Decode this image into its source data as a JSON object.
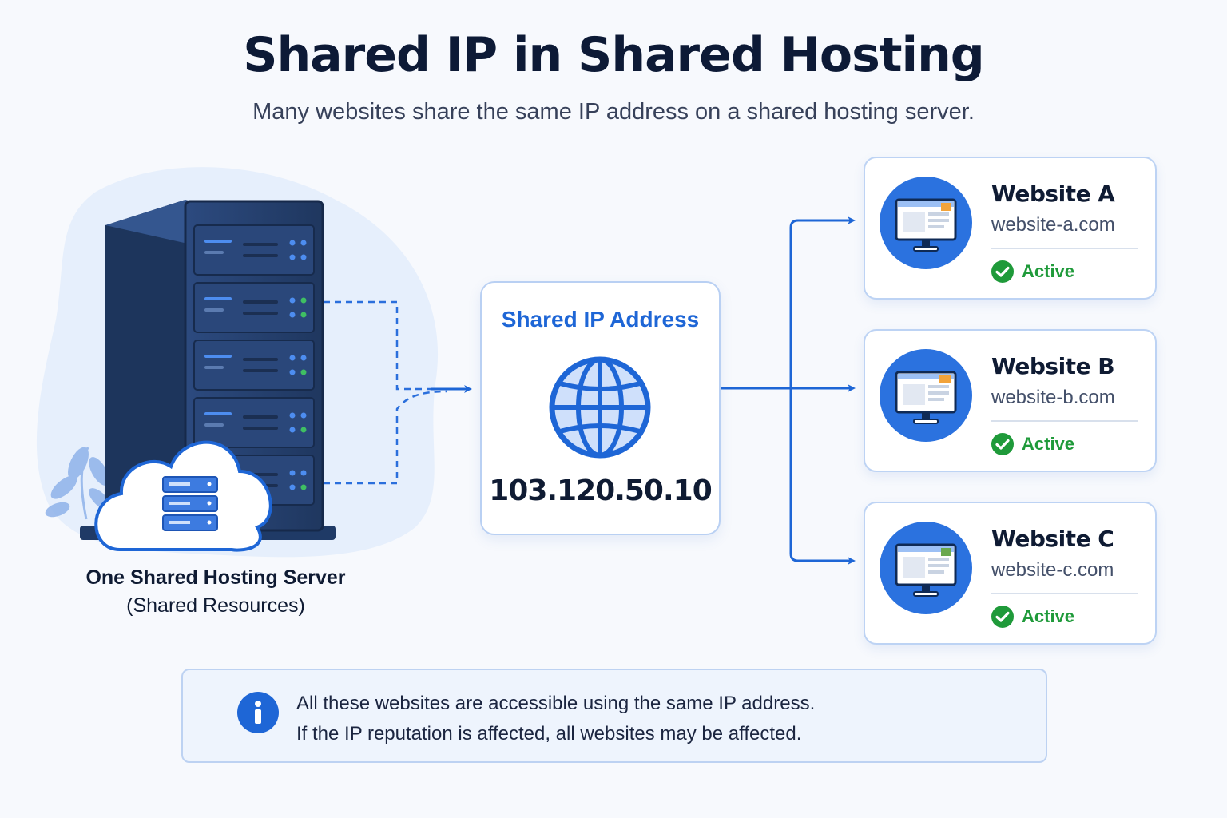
{
  "header": {
    "title": "Shared IP in Shared Hosting",
    "subtitle": "Many websites share the same IP address on a shared hosting server."
  },
  "server": {
    "caption": "One Shared Hosting Server",
    "subcaption": "(Shared Resources)",
    "icon": "server-rack-icon",
    "cloud_icon": "cloud-server-icon"
  },
  "shared_ip": {
    "title": "Shared IP Address",
    "icon": "globe-icon",
    "address": "103.120.50.10"
  },
  "websites": [
    {
      "name": "Website A",
      "domain": "website-a.com",
      "status": "Active"
    },
    {
      "name": "Website B",
      "domain": "website-b.com",
      "status": "Active"
    },
    {
      "name": "Website C",
      "domain": "website-c.com",
      "status": "Active"
    }
  ],
  "info": {
    "icon": "info-icon",
    "line1": "All these websites are accessible using the same IP address.",
    "line2": "If the IP reputation is affected, all websites may be affected."
  },
  "colors": {
    "accent": "#1e66d6",
    "title": "#0d1a36",
    "status_active": "#1f9a3a",
    "server_body": "#26406e",
    "card_border": "#bdd3f4",
    "info_bg": "#eef4fd"
  }
}
